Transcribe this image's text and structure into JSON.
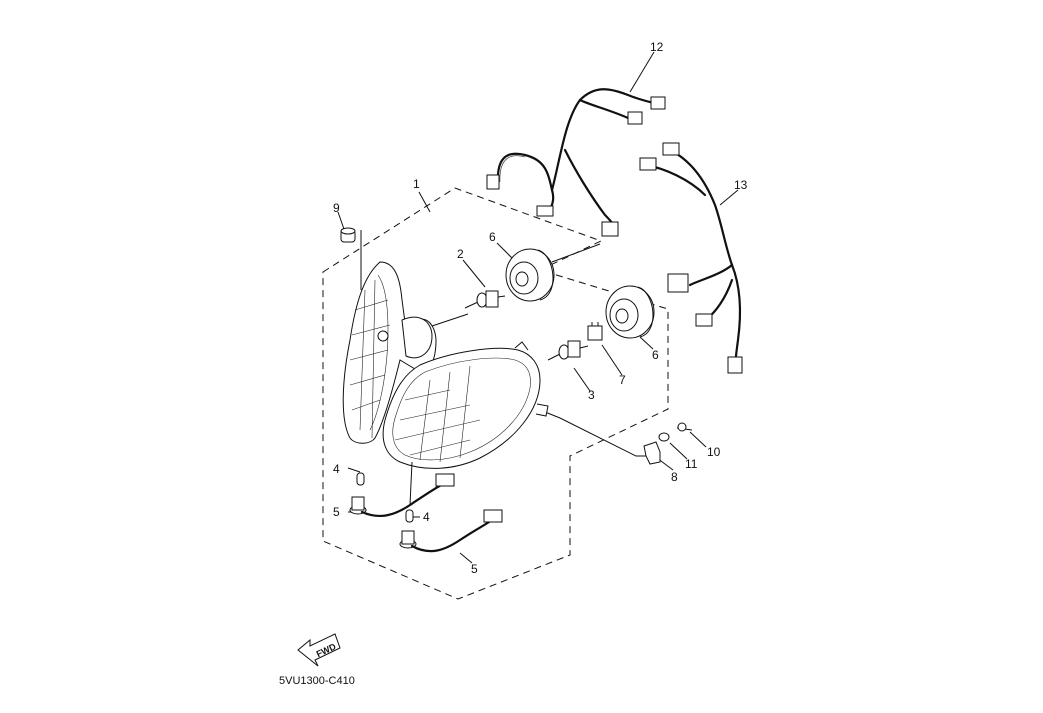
{
  "diagram": {
    "code": "5VU1300-C410",
    "fwd_badge": "FWD",
    "callouts": [
      {
        "id": "c1",
        "label": "1"
      },
      {
        "id": "c2",
        "label": "2"
      },
      {
        "id": "c3",
        "label": "3"
      },
      {
        "id": "c4a",
        "label": "4"
      },
      {
        "id": "c4b",
        "label": "4"
      },
      {
        "id": "c5a",
        "label": "5"
      },
      {
        "id": "c5b",
        "label": "5"
      },
      {
        "id": "c6a",
        "label": "6"
      },
      {
        "id": "c6b",
        "label": "6"
      },
      {
        "id": "c7",
        "label": "7"
      },
      {
        "id": "c8",
        "label": "8"
      },
      {
        "id": "c9",
        "label": "9"
      },
      {
        "id": "c10",
        "label": "10"
      },
      {
        "id": "c11",
        "label": "11"
      },
      {
        "id": "c12",
        "label": "12"
      },
      {
        "id": "c13",
        "label": "13"
      }
    ]
  }
}
